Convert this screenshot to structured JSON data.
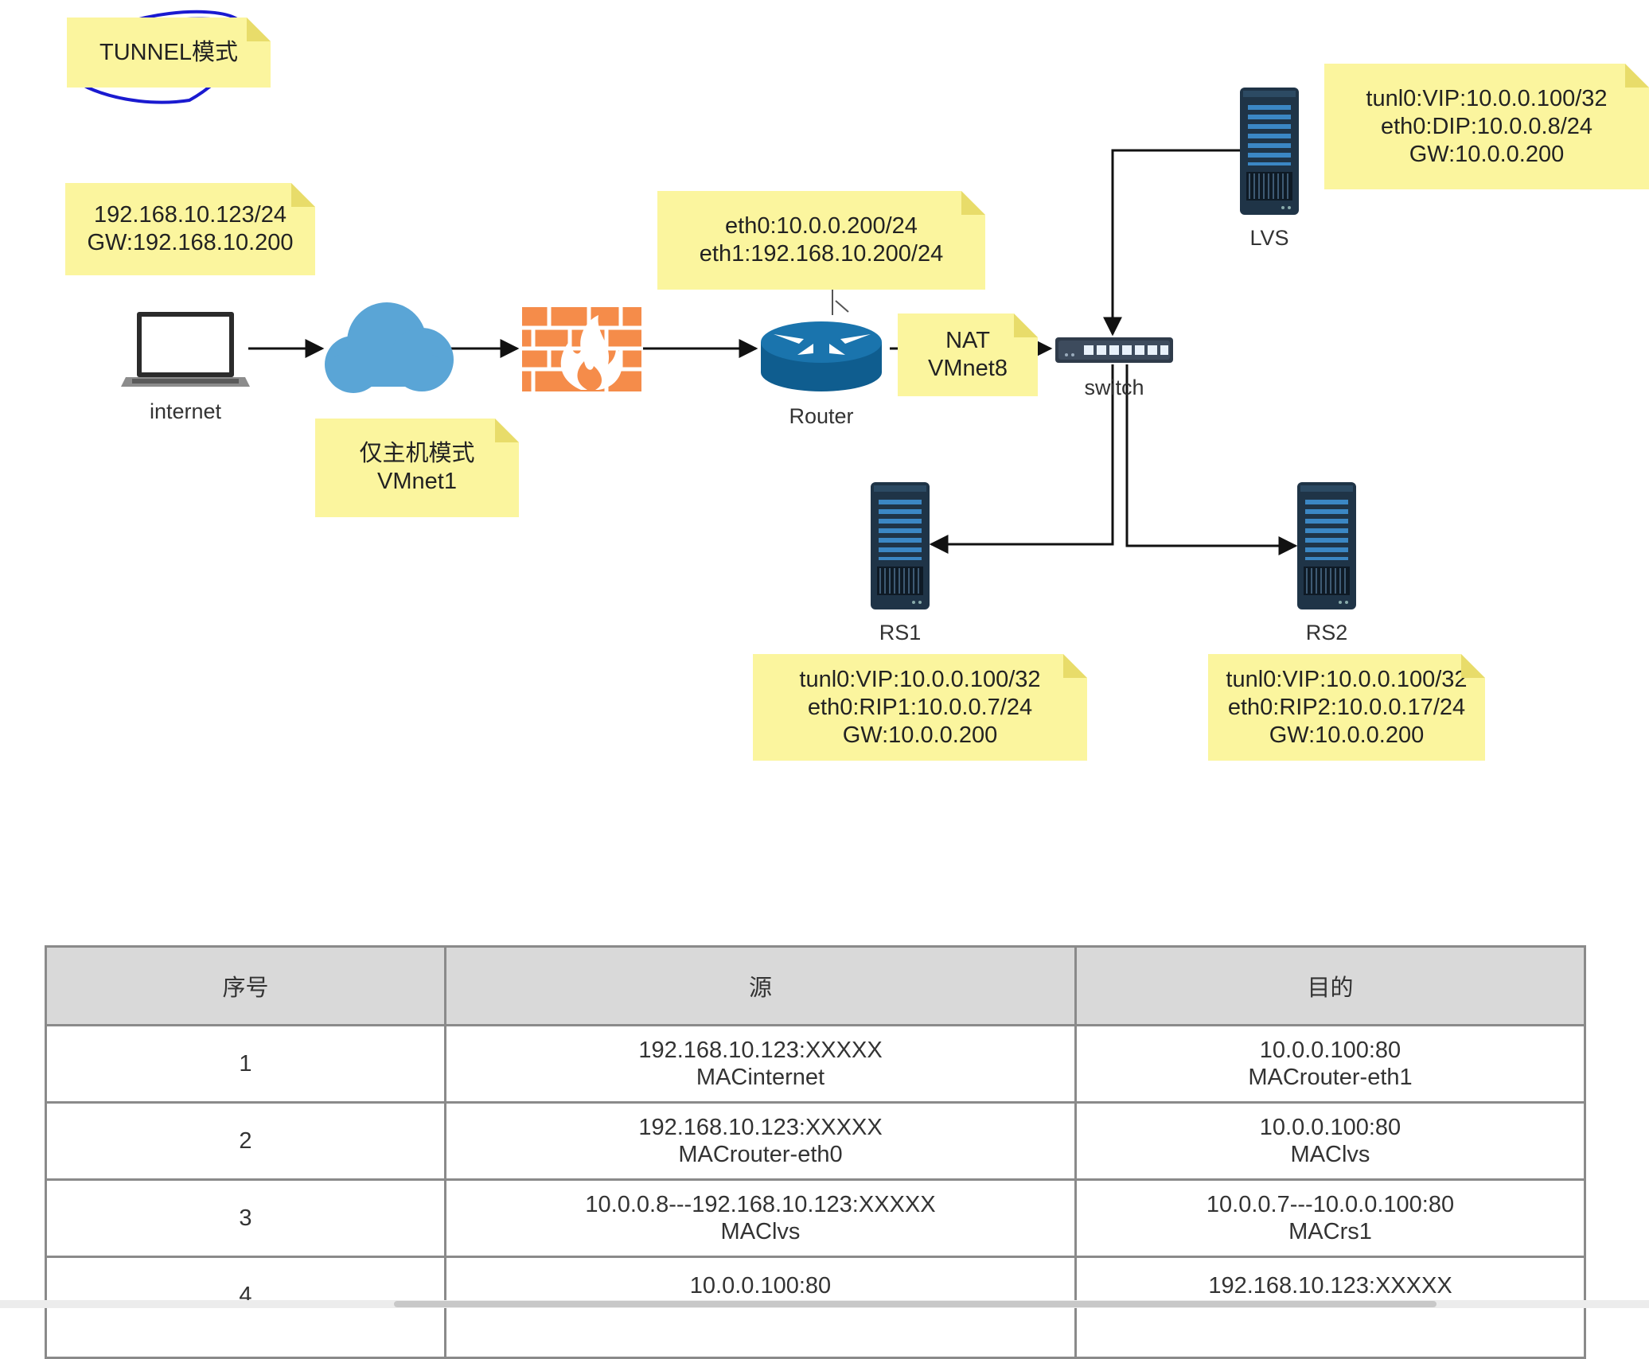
{
  "title_note": "TUNNEL模式",
  "notes": {
    "client": [
      "192.168.10.123/24",
      "GW:192.168.10.200"
    ],
    "router": [
      "eth0:10.0.0.200/24",
      "eth1:192.168.10.200/24"
    ],
    "lvs": [
      "tunl0:VIP:10.0.0.100/32",
      "eth0:DIP:10.0.0.8/24",
      "GW:10.0.0.200"
    ],
    "nat": [
      "NAT",
      "VMnet8"
    ],
    "hostonly": [
      "仅主机模式",
      "VMnet1"
    ],
    "rs1": [
      "tunl0:VIP:10.0.0.100/32",
      "eth0:RIP1:10.0.0.7/24",
      "GW:10.0.0.200"
    ],
    "rs2": [
      "tunl0:VIP:10.0.0.100/32",
      "eth0:RIP2:10.0.0.17/24",
      "GW:10.0.0.200"
    ]
  },
  "nodes": {
    "internet": "internet",
    "router": "Router",
    "switch": "switch",
    "lvs": "LVS",
    "rs1": "RS1",
    "rs2": "RS2"
  },
  "colors": {
    "note": "#fbf59e",
    "cloud": "#5aa5d6",
    "firewall": "#f58c4a",
    "router": "#1a74ad",
    "server": "#1f3447",
    "annotation": "#1a1ad0"
  },
  "table": {
    "headers": [
      "序号",
      "源",
      "目的"
    ],
    "rows": [
      {
        "no": "1",
        "src": [
          "192.168.10.123:XXXXX",
          "MACinternet"
        ],
        "dst": [
          "10.0.0.100:80",
          "MACrouter-eth1"
        ]
      },
      {
        "no": "2",
        "src": [
          "192.168.10.123:XXXXX",
          "MACrouter-eth0"
        ],
        "dst": [
          "10.0.0.100:80",
          "MAClvs"
        ]
      },
      {
        "no": "3",
        "src": [
          "10.0.0.8---192.168.10.123:XXXXX",
          "MAClvs"
        ],
        "dst": [
          "10.0.0.7---10.0.0.100:80",
          "MACrs1"
        ]
      },
      {
        "no": "4",
        "src": [
          "10.0.0.100:80"
        ],
        "dst": [
          "192.168.10.123:XXXXX"
        ]
      }
    ]
  }
}
